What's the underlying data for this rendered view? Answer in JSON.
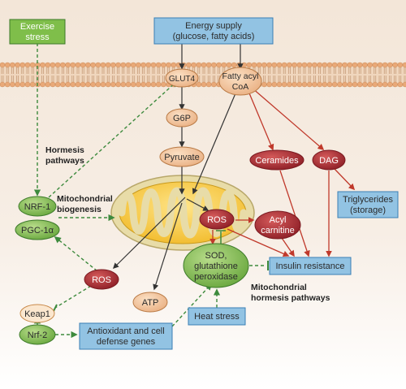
{
  "colors": {
    "background_top": "#f3e6d8",
    "background_bottom": "#ffffff",
    "membrane_head": "#e9a978",
    "membrane_tail": "#b98a64",
    "blue_box": "#92c3e3",
    "blue_box_border": "#3a7fb5",
    "green_box": "#7fbe4a",
    "green_box_border": "#3d7a2a",
    "green_oval": "#8cc05a",
    "red_oval": "#b0343a",
    "orange_oval": "#f3c49a",
    "orange_oval_border": "#b97a45",
    "mito_outer": "#e8dca8",
    "mito_inner": "#f6c631",
    "red_arrow": "#c0392b",
    "green_arrow": "#3d8a3d",
    "black_arrow": "#333333"
  },
  "boxes": {
    "exercise_stress": [
      "Exercise",
      "stress"
    ],
    "energy_supply": [
      "Energy supply",
      "(glucose, fatty acids)"
    ],
    "triglycerides": [
      "Triglycerides",
      "(storage)"
    ],
    "insulin_resistance": "Insulin resistance",
    "heat_stress": "Heat stress",
    "antioxidant_genes": [
      "Antioxidant and cell",
      "defense genes"
    ]
  },
  "ovals": {
    "glut4": "GLUT4",
    "fatty_acyl_coa": [
      "Fatty acyl",
      "CoA"
    ],
    "g6p": "G6P",
    "pyruvate": "Pyruvate",
    "ceramides": "Ceramides",
    "dag": "DAG",
    "ros_mito": "ROS",
    "acyl_carnitine": [
      "Acyl",
      "carnitine"
    ],
    "sod": [
      "SOD,",
      "glutathione",
      "peroxidase"
    ],
    "nrf1": "NRF-1",
    "pgc1a": "PGC-1α",
    "ros_left": "ROS",
    "atp": "ATP",
    "keap1": "Keap1",
    "nrf2": "Nrf-2"
  },
  "labels": {
    "hormesis": [
      "Hormesis",
      "pathways"
    ],
    "mito_biogenesis": [
      "Mitochondrial",
      "biogenesis"
    ],
    "mito_hormesis": [
      "Mitochondrial",
      "hormesis pathways"
    ]
  }
}
